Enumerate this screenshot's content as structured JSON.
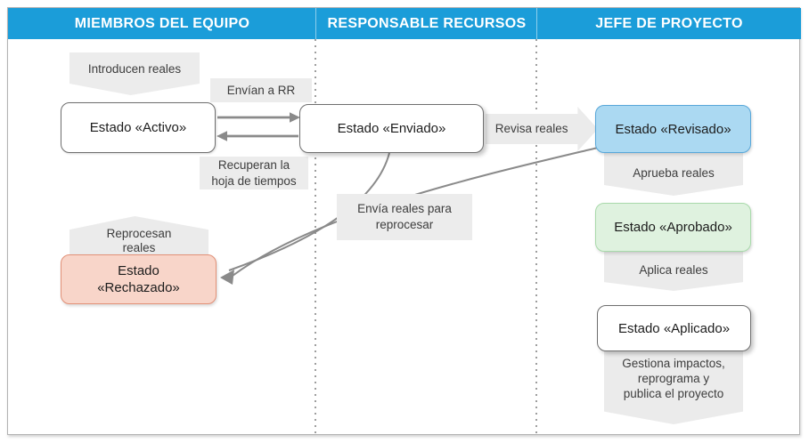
{
  "header": {
    "columns": [
      {
        "label": "MIEMBROS DEL EQUIPO"
      },
      {
        "label": "RESPONSABLE RECURSOS"
      },
      {
        "label": "JEFE DE PROYECTO"
      }
    ]
  },
  "states": {
    "activo": "Estado «Activo»",
    "enviado": "Estado «Enviado»",
    "revisado": "Estado «Revisado»",
    "aprobado": "Estado «Aprobado»",
    "aplicado": "Estado «Aplicado»",
    "rechazado": "Estado\n«Rechazado»"
  },
  "labels": {
    "introducen": "Introducen reales",
    "envian": "Envían a RR",
    "recuperan": "Recuperan la\nhoja de tiempos",
    "revisa": "Revisa reales",
    "aprueba": "Aprueba reales",
    "aplica": "Aplica reales",
    "gestiona": "Gestiona impactos,\nreprograma y\npublica el proyecto",
    "reprocesan": "Reprocesan\nreales",
    "envia_reprocesar": "Envía reales para\nreprocesar"
  },
  "colors": {
    "header-bg": "#1B9DD9",
    "revisado-bg": "#ABD9F2",
    "revisado-border": "#58A7D9",
    "aprobado-bg": "#DFF2DF",
    "aprobado-border": "#A9DAAB",
    "rechazado-bg": "#F8D5C9",
    "rechazado-border": "#E29077",
    "label-bg": "#ECECEC",
    "chevron-bg": "#EBEBEB",
    "arrow": "#8A8A8A",
    "box-border": "#6F6F6F"
  }
}
